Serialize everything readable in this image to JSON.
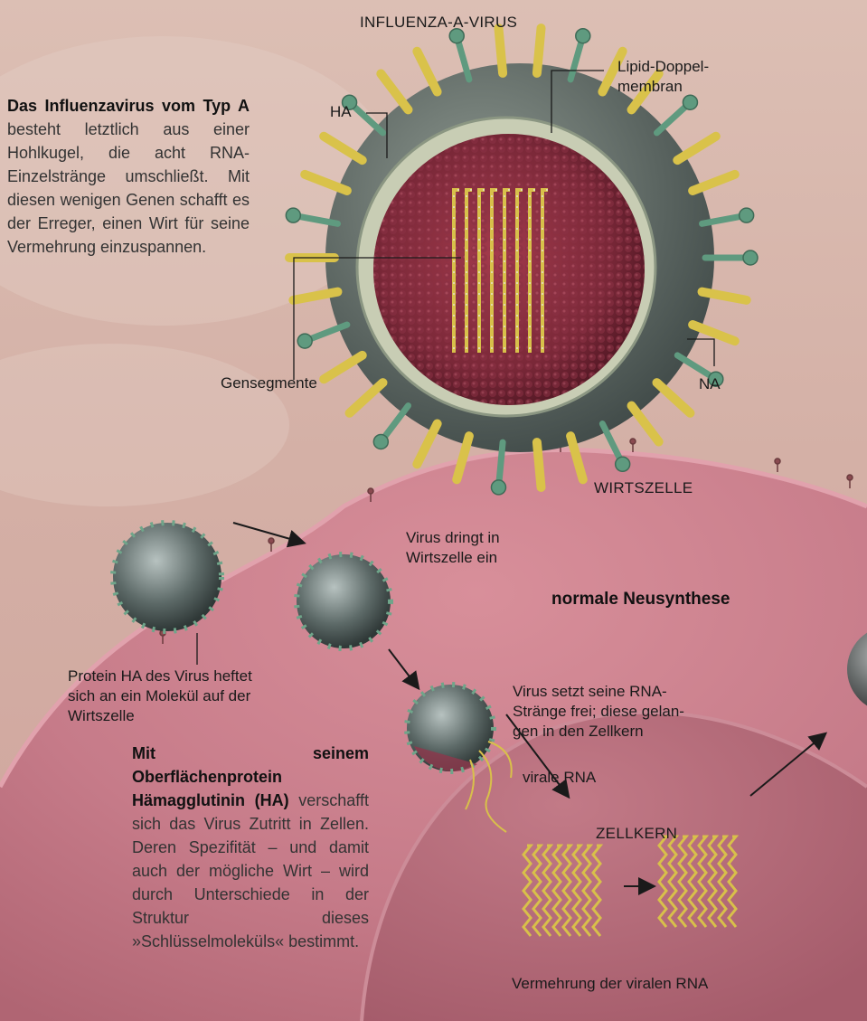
{
  "title": "INFLUENZA-A-VIRUS",
  "labels": {
    "lipid": "Lipid-Doppel-\nmembran",
    "ha": "HA",
    "na": "NA",
    "gensegmente": "Gensegmente",
    "wirtszelle": "WIRTSZELLE",
    "virus_dringt": "Virus dringt in\nWirtszelle ein",
    "normale": "normale Neusynthese",
    "protein_ha": "Protein HA des Virus heftet\nsich an ein Molekül auf der\nWirtszelle",
    "virus_setzt": "Virus setzt seine RNA-\nStränge frei; diese gelan-\ngen in den Zellkern",
    "virale_rna": "virale RNA",
    "zellkern": "ZELLKERN",
    "vermehrung": "Vermehrung der viralen RNA"
  },
  "intro": {
    "bold": "Das Influenzavirus vom Typ A",
    "text": " besteht letztlich aus einer Hohlkugel, die acht RNA-Einzelstränge umschließt. Mit diesen wenigen Genen schafft es der Erreger, einen Wirt für seine Vermehrung einzuspannen."
  },
  "hemagglutinin": {
    "bold": "Mit seinem Oberflächenprotein Hämagglutinin (HA)",
    "text": " verschafft sich das Virus Zutritt in Zellen. Deren Spezifität – und damit auch der mögliche Wirt – wird durch Unterschiede in der Struktur dieses »Schlüsselmoleküls« bestimmt."
  },
  "colors": {
    "background": "#d8b7ad",
    "cell": "#c9808c",
    "nucleus": "#b8707e",
    "virus_core": "#7a2838",
    "membrane": "#c8cdb4",
    "spike_ha": "#d9c24a",
    "spike_na": "#5f9a7f",
    "rna": "#d8c04a"
  }
}
